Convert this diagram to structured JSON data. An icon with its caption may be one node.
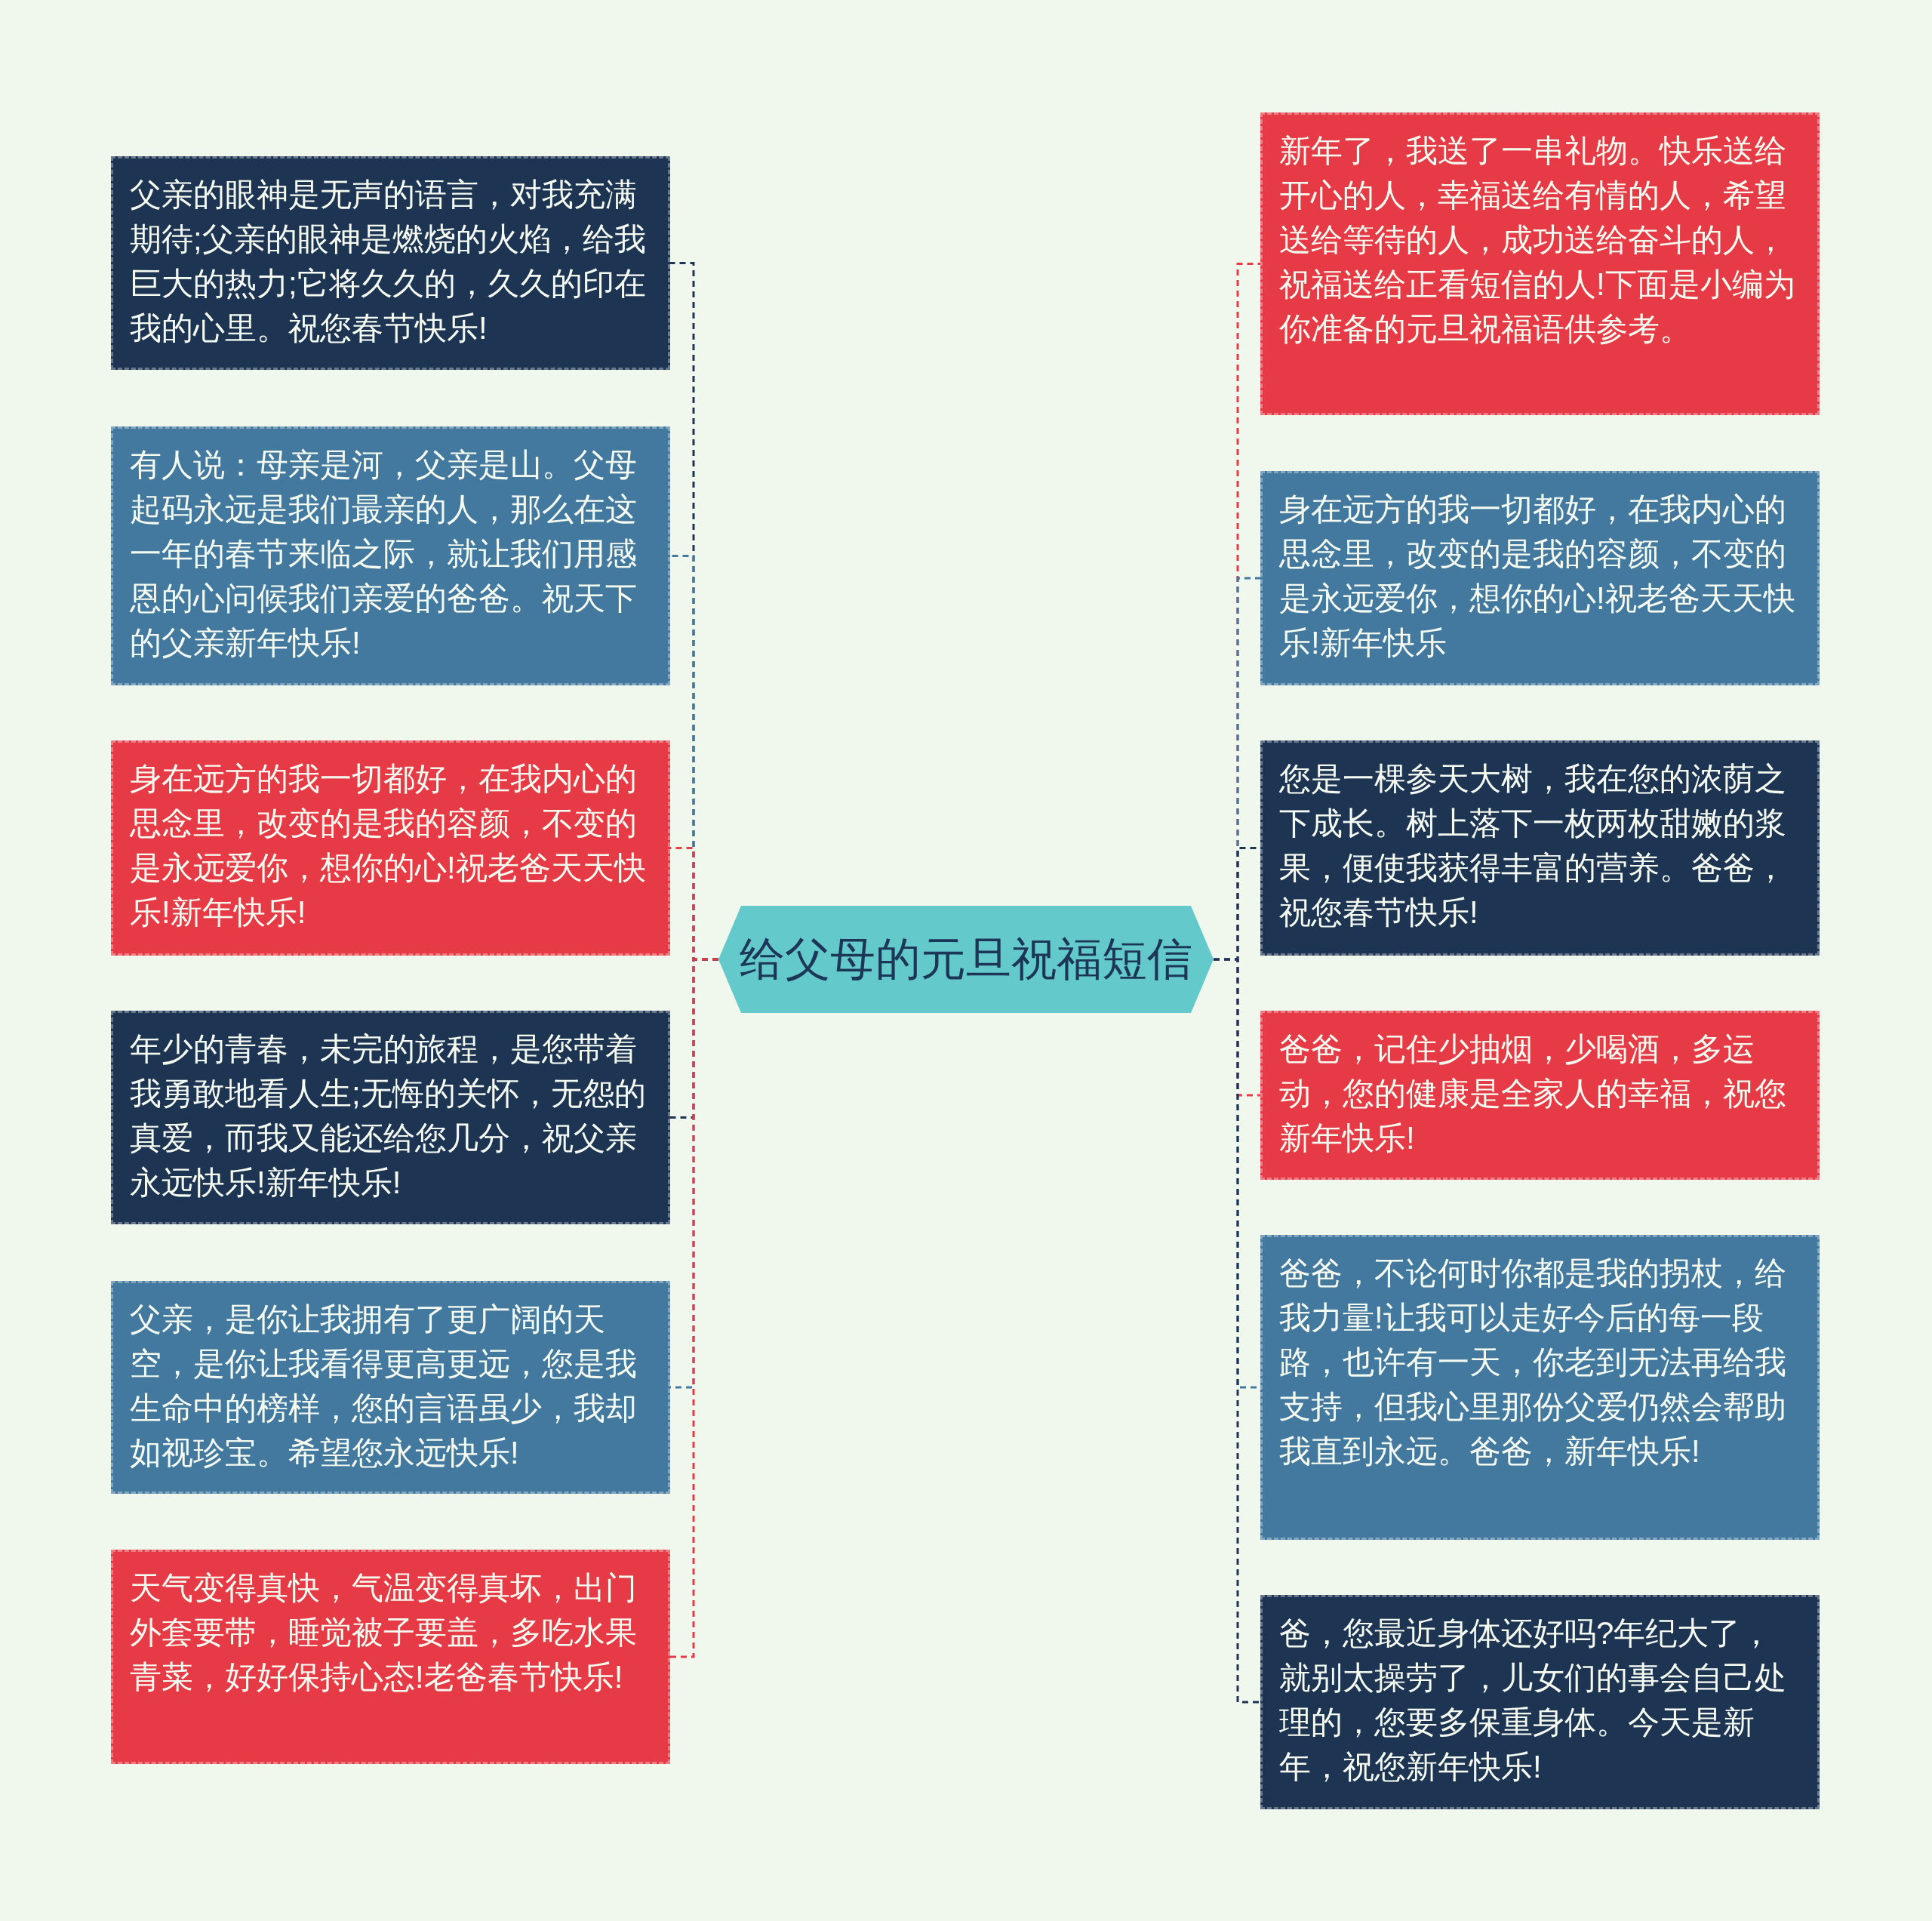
{
  "diagram": {
    "nodes": [
      {
        "text": [
          "给父母的元旦祝福短信"
        ]
      },
      {
        "text": [
          "父亲的眼神是无声的语言，对我充满期待;父亲的眼神是燃烧的火焰，给我巨大的热力;它将久久的，久久的印在我的心里。祝您春节快乐!"
        ]
      },
      {
        "text": [
          "有人说：母亲是河，父亲是山。父母起码永远是我们最亲的人，那么在这一年的春节来临之际，就让我们用感恩的心问候我们亲爱的爸爸。祝天下的父亲新年快乐!"
        ]
      },
      {
        "text": [
          "身在远方的我一切都好，在我内心的思念里，改变的是我的容颜，不变的是永远爱你，想你的心!祝老爸天天快乐!新年快乐!"
        ]
      },
      {
        "text": [
          "年少的青春，未完的旅程，是您带着我勇敢地看人生;无悔的关怀，无怨的真爱，而我又能还给您几分，祝父亲永远快乐!新年快乐!"
        ]
      },
      {
        "text": [
          "父亲，是你让我拥有了更广阔的天空，是你让我看得更高更远，您是我生命中的榜样，您的言语虽少，我却如视珍宝。希望您永远快乐!"
        ]
      },
      {
        "text": [
          "天气变得真快，气温变得真坏，出门外套要带，睡觉被子要盖，多吃水果青菜，好好保持心态!老爸春节快乐!"
        ]
      },
      {
        "text": [
          "新年了，我送了一串礼物。快乐送给开心的人，幸福送给有情的人，希望送给等待的人，成功送给奋斗的人，祝福送给正看短信的人!下面是小编为你准备的元旦祝福语供参考。"
        ]
      },
      {
        "text": [
          "身在远方的我一切都好，在我内心的思念里，改变的是我的容颜，不变的是永远爱你，想你的心!祝老爸天天快乐!新年快乐"
        ]
      },
      {
        "text": [
          "您是一棵参天大树，我在您的浓荫之下成长。树上落下一枚两枚甜嫩的浆果，便使我获得丰富的营养。爸爸，祝您春节快乐!"
        ]
      },
      {
        "text": [
          "爸爸，记住少抽烟，少喝酒，多运动，您的健康是全家人的幸福，祝您新年快乐!"
        ]
      },
      {
        "text": [
          "爸爸，不论何时你都是我的拐杖，给我力量!让我可以走好今后的每一段路，也许有一天，你老到无法再给我支持，但我心里那份父爱仍然会帮助我直到永远。爸爸，新年快乐!"
        ]
      },
      {
        "text": [
          "爸，您最近身体还好吗?年纪大了，就别太操劳了，儿女们的事会自己处理的，您要多保重身体。今天是新年，祝您新年快乐!"
        ]
      }
    ],
    "edges": [
      {
        "from": 0,
        "to": 1,
        "arrow": "none",
        "style": "dashed",
        "color": "#1e3453"
      },
      {
        "from": 0,
        "to": 2,
        "arrow": "none",
        "style": "dashed",
        "color": "#44799f"
      },
      {
        "from": 0,
        "to": 3,
        "arrow": "none",
        "style": "dashed",
        "color": "#e63a46"
      },
      {
        "from": 0,
        "to": 4,
        "arrow": "none",
        "style": "dashed",
        "color": "#1e3453"
      },
      {
        "from": 0,
        "to": 5,
        "arrow": "none",
        "style": "dashed",
        "color": "#44799f"
      },
      {
        "from": 0,
        "to": 6,
        "arrow": "none",
        "style": "dashed",
        "color": "#e63a46"
      },
      {
        "from": 0,
        "to": 7,
        "arrow": "none",
        "style": "dashed",
        "color": "#e63a46"
      },
      {
        "from": 0,
        "to": 8,
        "arrow": "none",
        "style": "dashed",
        "color": "#44799f"
      },
      {
        "from": 0,
        "to": 9,
        "arrow": "none",
        "style": "dashed",
        "color": "#1e3453"
      },
      {
        "from": 0,
        "to": 10,
        "arrow": "none",
        "style": "dashed",
        "color": "#e63a46"
      },
      {
        "from": 0,
        "to": 11,
        "arrow": "none",
        "style": "dashed",
        "color": "#44799f"
      },
      {
        "from": 0,
        "to": 12,
        "arrow": "none",
        "style": "dashed",
        "color": "#1e3453"
      }
    ]
  }
}
